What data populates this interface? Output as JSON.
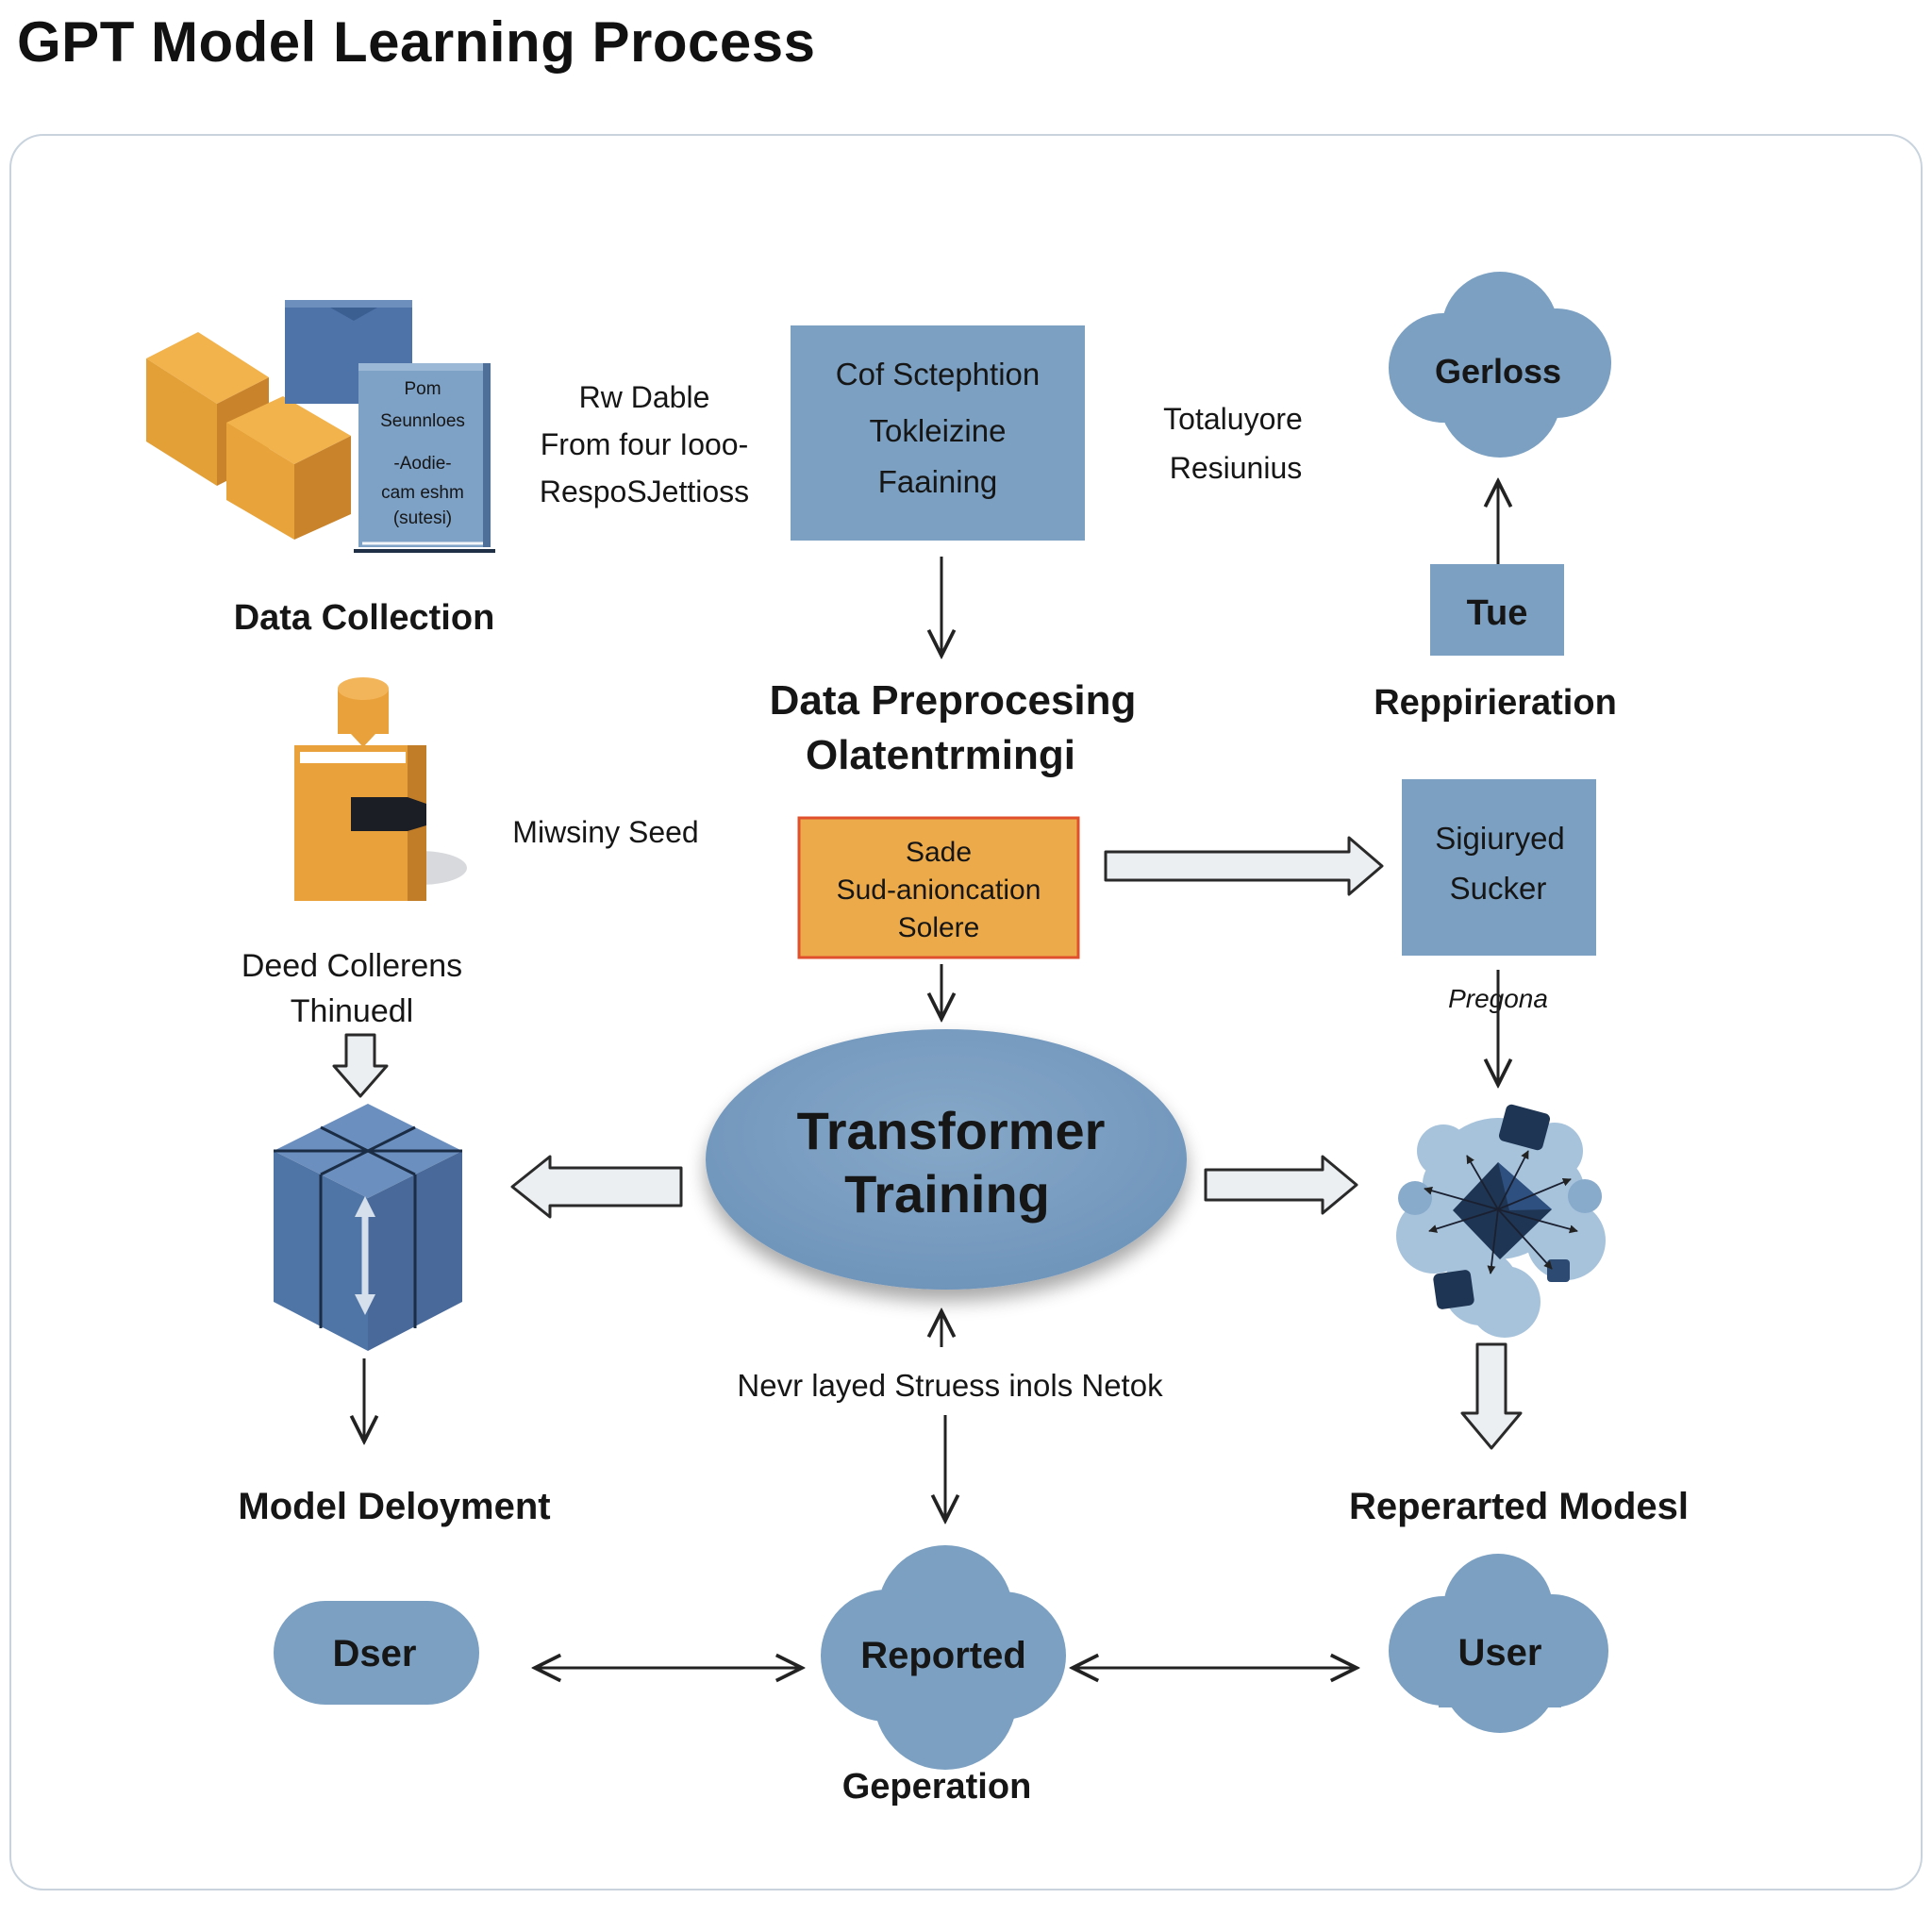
{
  "title": "GPT Model Learning Process",
  "book_front": {
    "line1": "Pom",
    "line2": "Seunnloes",
    "line3": "-Aodie-",
    "line4": "cam eshm",
    "line5": "(sutesi)"
  },
  "raw_data": {
    "line1": "Rw Dable",
    "line2": "From four Iooo-",
    "line3": "RespoSJettioss"
  },
  "data_collection_label": "Data Collection",
  "preprocessing_box": {
    "line1": "Cof Sctephtion",
    "line2": "Tokleizine",
    "line3": "Faaining"
  },
  "totaluyore": {
    "line1": "Totaluyore",
    "line2": "Resiunius"
  },
  "cloud_gerloss": "Gerloss",
  "tue_box": "Tue",
  "reppirieration_label": "Reppirieration",
  "data_preprocessing_label": {
    "line1": "Data Preprocesing",
    "line2": "Olatentrmingi"
  },
  "missing_seed": "Miwsiny Seed",
  "orange_box": {
    "line1": "Sade",
    "line2": "Sud-anioncation",
    "line3": "Solere"
  },
  "signed_box": {
    "line1": "Sigiuryed",
    "line2": "Sucker"
  },
  "pregona": "Pregona",
  "deed_collerens": {
    "line1": "Deed Collerens",
    "line2": "Thinuedl"
  },
  "transformer": {
    "line1": "Transformer",
    "line2": "Training"
  },
  "network_caption": "Nevr layed Struess inols Netok",
  "model_deployment_label": "Model Deloyment",
  "reperarted_models_label": "Reperarted Modesl",
  "dser_pill": "Dser",
  "reported_cloud": "Reported",
  "user_cloud": "User",
  "geperation_label": "Geperation",
  "colors": {
    "steel_blue": "#7ba0c2",
    "dark_blue": "#4f74a6",
    "orange": "#e9a23b",
    "navy": "#1e3553",
    "arrow_fill": "#eceff2"
  }
}
